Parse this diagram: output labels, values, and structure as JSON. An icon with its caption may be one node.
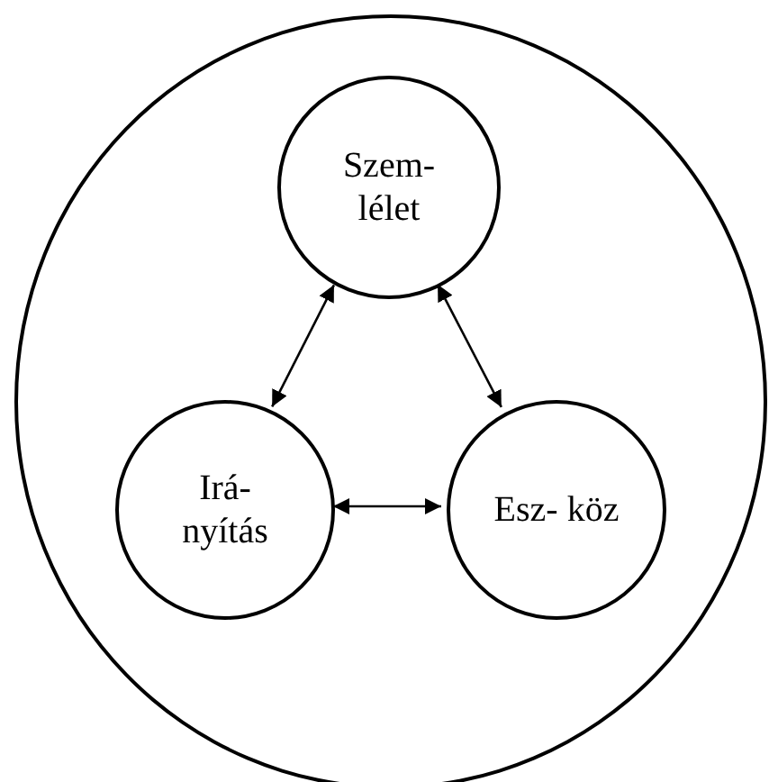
{
  "diagram": {
    "nodes": [
      {
        "text": [],
        "shape": "circle"
      },
      {
        "text": [
          "Szem- lélet"
        ],
        "in": 0
      },
      {
        "text": [
          "Irá- nyítás"
        ],
        "in": 0
      },
      {
        "text": [
          "Esz- köz"
        ],
        "in": 0
      }
    ],
    "edges": [
      {
        "from": 1,
        "to": 2,
        "arrow": "both"
      },
      {
        "from": 1,
        "to": 3,
        "arrow": "both"
      },
      {
        "from": 2,
        "to": 3,
        "arrow": "both"
      }
    ]
  }
}
